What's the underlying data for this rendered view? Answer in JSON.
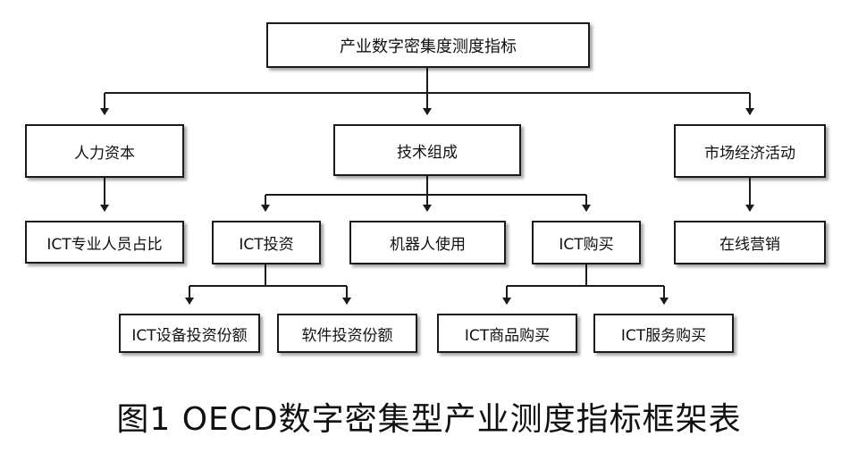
{
  "diagram": {
    "root": "产业数字密集度测度指标",
    "level1": {
      "human": "人力资本",
      "tech": "技术组成",
      "market": "市场经济活动"
    },
    "level2": {
      "ict_staff": "ICT专业人员占比",
      "ict_invest": "ICT投资",
      "robot": "机器人使用",
      "ict_purchase": "ICT购买",
      "online": "在线营销"
    },
    "level3": {
      "ict_equip": "ICT设备投资份额",
      "software": "软件投资份额",
      "ict_goods": "ICT商品购买",
      "ict_service": "ICT服务购买"
    }
  },
  "caption": "图1 OECD数字密集型产业测度指标框架表",
  "colors": {
    "line": "#1a1a1a",
    "box_border": "#1a1a1a",
    "background": "#ffffff"
  }
}
